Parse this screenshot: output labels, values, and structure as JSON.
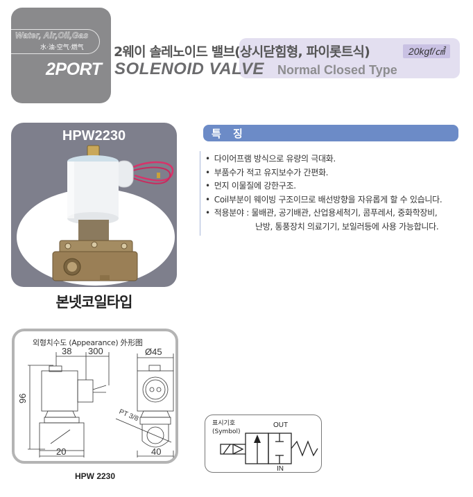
{
  "header": {
    "media_en": "Water, Air,Oil,Gas",
    "media_cn": "水·油·空气·燃气",
    "port_label": "2PORT",
    "title_kr": "2웨이 솔레노이드 밸브(상시닫힘형, 파이롯트식)",
    "pressure": "20kgf/㎠",
    "title_en": "SOLENOID VALVE",
    "subtitle_en": "Normal Closed Type",
    "colors": {
      "gray_box": "#8a8a8c",
      "band": "#e3dff0",
      "pressure_badge": "#c9c1e3"
    }
  },
  "product": {
    "model": "HPW2230",
    "caption": "본넷코일타입",
    "image_alt": "solenoid-valve-photo",
    "colors": {
      "panel": "#7e7f8c",
      "coil": "#f2f4f6",
      "body": "#9a7f56",
      "wire": "#d7336a"
    }
  },
  "features": {
    "title": "특 징",
    "items": [
      "다이어프램 방식으로 유량의 극대화.",
      "부품수가 적고 유지보수가 간편화.",
      "먼지 이물질에 강한구조.",
      "Coil부분이 웨이빙 구조이므로 배선방향을 자유롭게 할 수 있습니다.",
      "적용분야 : 물배관, 공기배관,  산업용세척기, 콤푸레서,  중화학장비,"
    ],
    "continuation": "난방, 통풍장치 의료기기, 보일러등에 사용 가능합니다.",
    "colors": {
      "bar": "#6c8bc7"
    }
  },
  "dimensions": {
    "title": "외형치수도 (Appearance) 外形图",
    "labels": {
      "width_coil": "38",
      "wire_length": "300",
      "diameter": "Ø45",
      "height": "96",
      "port_size": "PT 3/8",
      "bottom_side": "20",
      "bottom_front": "40"
    },
    "caption": "HPW 2230"
  },
  "symbol": {
    "label_kr": "표시기호",
    "label_en": "(Symbol)",
    "out_label": "OUT",
    "in_label": "IN"
  }
}
